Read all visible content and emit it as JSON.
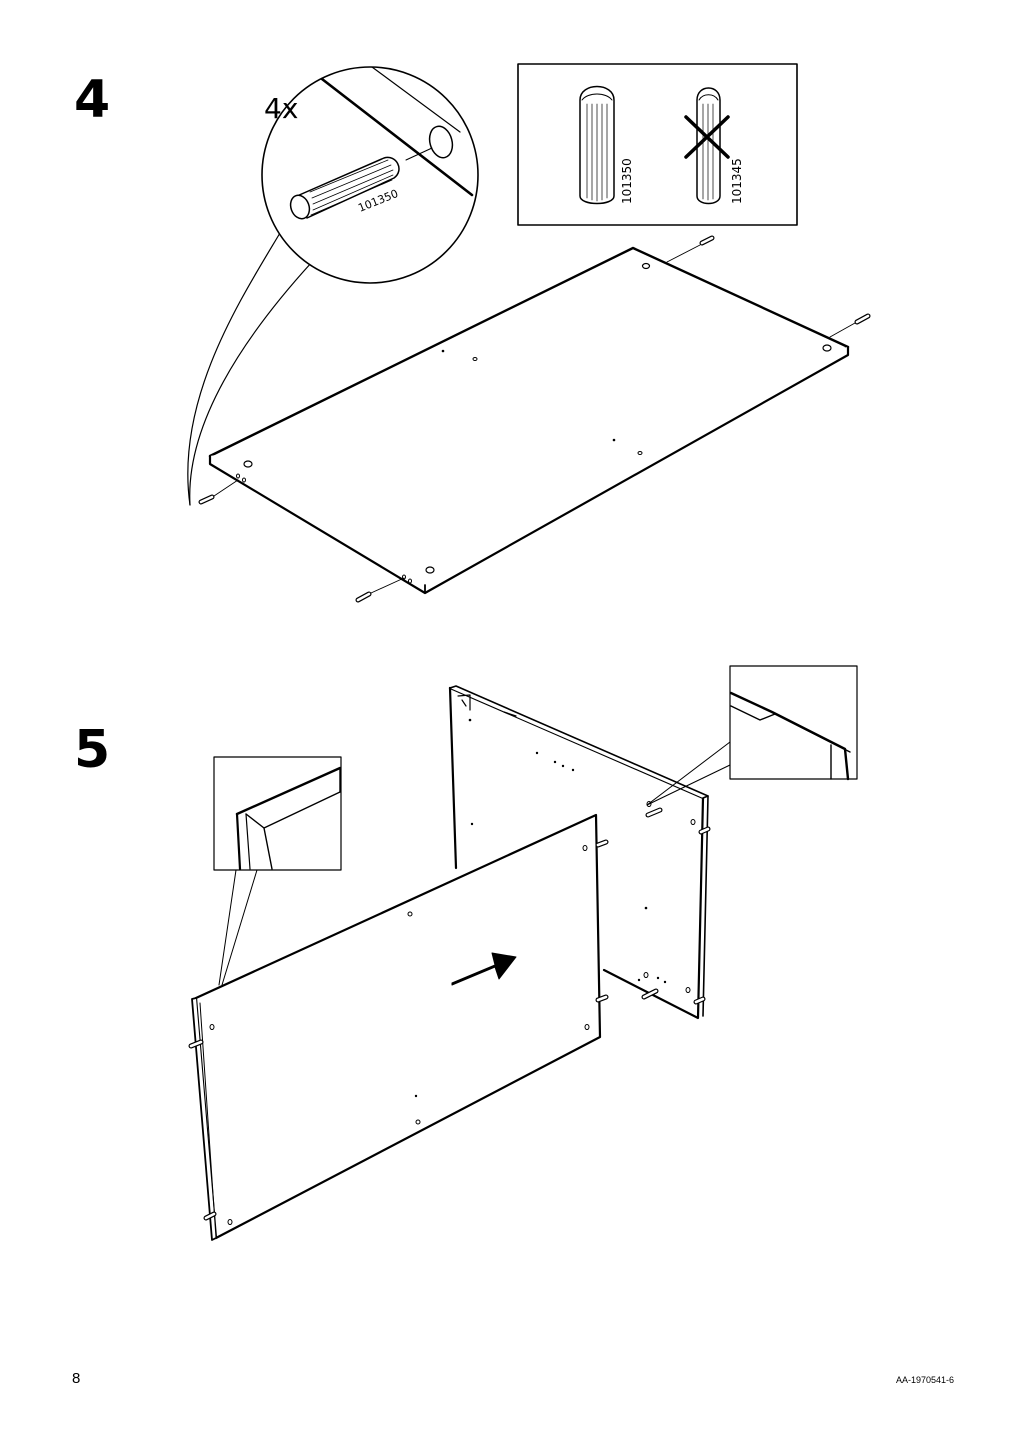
{
  "steps": [
    {
      "number": "4",
      "callout": {
        "quantity": "4x",
        "dowel_part_number": "101350"
      },
      "comparison": {
        "correct_part": "101350",
        "wrong_part": "101345"
      }
    },
    {
      "number": "5"
    }
  ],
  "footer": {
    "page_number": "8",
    "document_code": "AA-1970541-6"
  }
}
